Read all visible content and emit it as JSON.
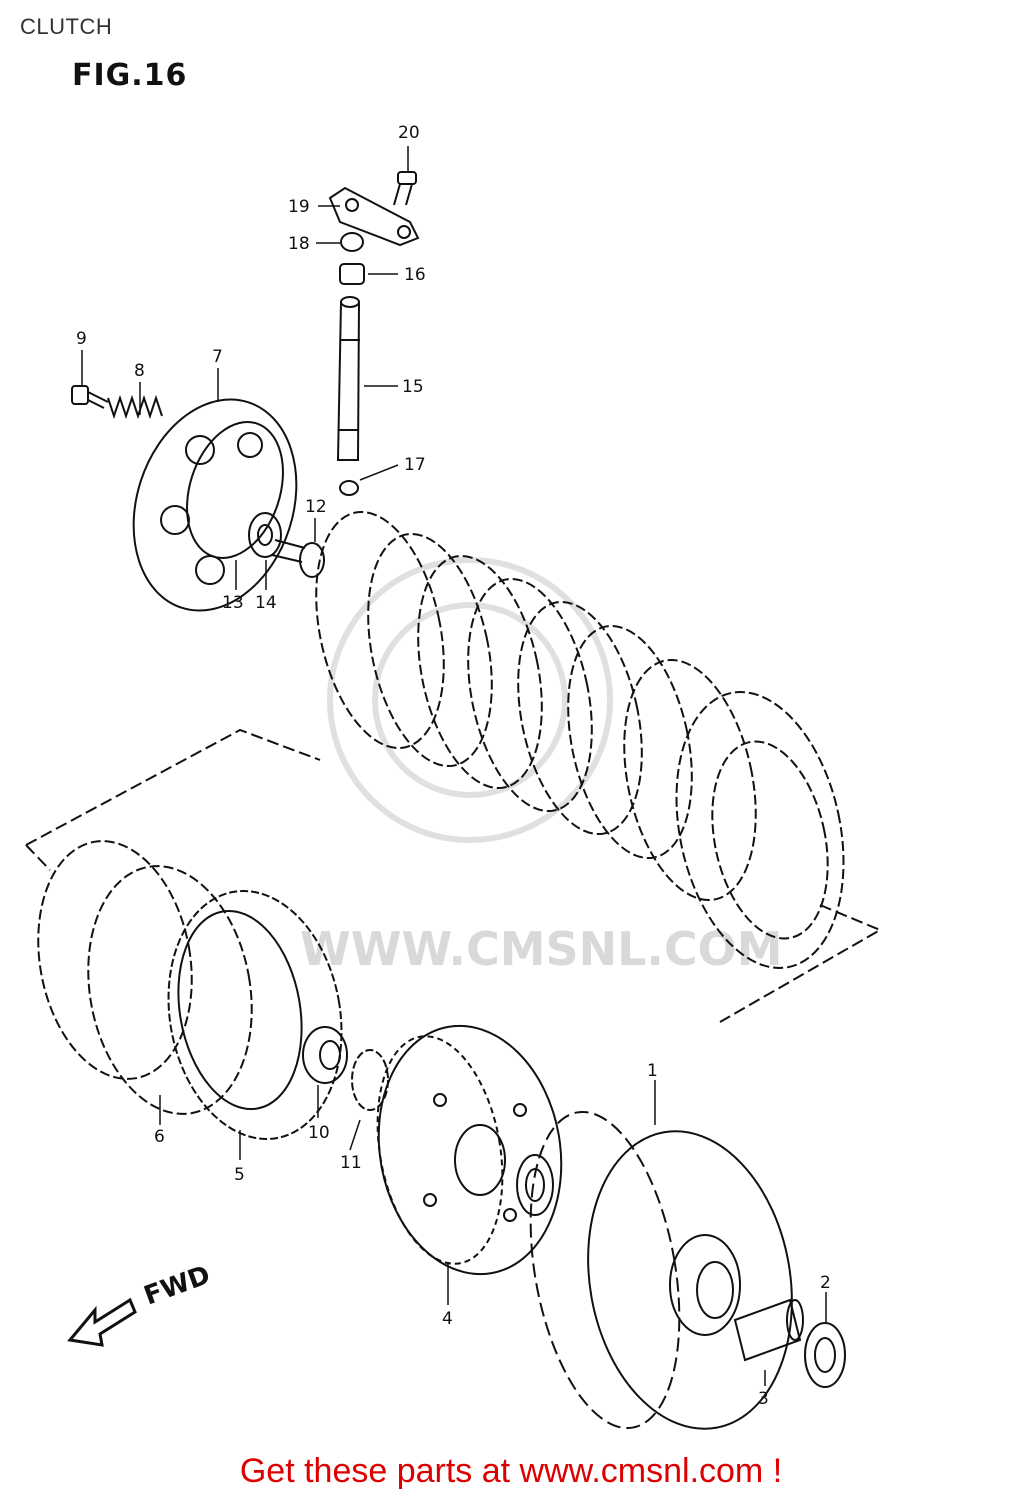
{
  "page": {
    "title": "CLUTCH",
    "figure": "FIG.16"
  },
  "watermark": {
    "text": "WWW.CMSNL.COM"
  },
  "direction_label": "FWD",
  "callouts": [
    "1",
    "2",
    "3",
    "4",
    "5",
    "6",
    "7",
    "8",
    "9",
    "10",
    "11",
    "12",
    "13",
    "14",
    "15",
    "16",
    "17",
    "18",
    "19",
    "20"
  ],
  "cta": {
    "text": "Get these parts at www.cmsnl.com !",
    "color": "#dd0000"
  }
}
